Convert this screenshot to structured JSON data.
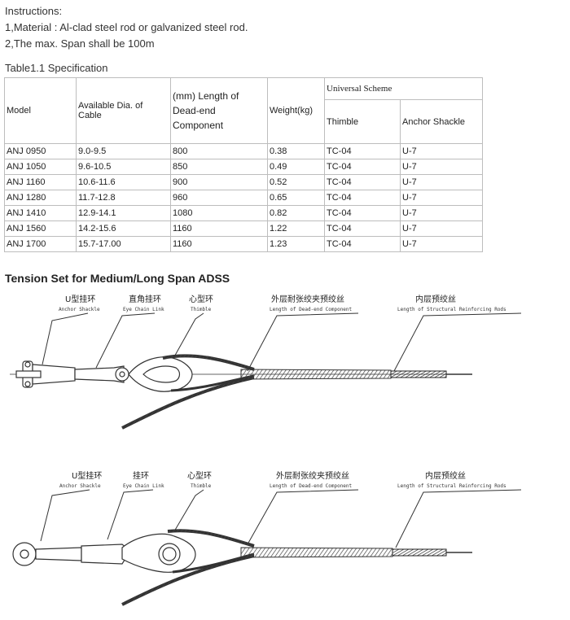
{
  "instructions": {
    "heading": "Instructions:",
    "line1": "1,Material : Al-clad steel rod or galvanized steel rod.",
    "line2": "2,The max. Span shall be 100m"
  },
  "table": {
    "title": "Table1.1 Specification",
    "headers": {
      "model": "Model",
      "dia": "Available Dia. of Cable",
      "length": "(mm) Length of Dead-end Component",
      "weight": "Weight(kg)",
      "universal": "Universal Scheme",
      "thimble": "Thimble",
      "shackle": "Anchor Shackle"
    },
    "rows": [
      [
        "ANJ 0950",
        "9.0-9.5",
        "800",
        "0.38",
        "TC-04",
        "U-7"
      ],
      [
        "ANJ 1050",
        "9.6-10.5",
        "850",
        "0.49",
        "TC-04",
        "U-7"
      ],
      [
        "ANJ 1160",
        "10.6-11.6",
        "900",
        "0.52",
        "TC-04",
        "U-7"
      ],
      [
        "ANJ 1280",
        "11.7-12.8",
        "960",
        "0.65",
        "TC-04",
        "U-7"
      ],
      [
        "ANJ 1410",
        "12.9-14.1",
        "1080",
        "0.82",
        "TC-04",
        "U-7"
      ],
      [
        "ANJ 1560",
        "14.2-15.6",
        "1160",
        "1.22",
        "TC-04",
        "U-7"
      ],
      [
        "ANJ 1700",
        "15.7-17.00",
        "1160",
        "1.23",
        "TC-04",
        "U-7"
      ]
    ]
  },
  "section_title": "Tension Set for Medium/Long Span ADSS",
  "diagram1": {
    "labels": [
      {
        "cn": "U型挂环",
        "en": "Anchor Shackle"
      },
      {
        "cn": "直角挂环",
        "en": "Eye Chain Link"
      },
      {
        "cn": "心型环",
        "en": "Thimble"
      },
      {
        "cn": "外层耐张绞夹预绞丝",
        "en": "Length of Dead-end Component"
      },
      {
        "cn": "内层预绞丝",
        "en": "Length of Structural Reinforcing Rods"
      }
    ]
  },
  "diagram2": {
    "labels": [
      {
        "cn": "U型挂环",
        "en": "Anchor Shackle"
      },
      {
        "cn": "挂环",
        "en": "Eye Chain Link"
      },
      {
        "cn": "心型环",
        "en": "Thimble"
      },
      {
        "cn": "外层耐张绞夹预绞丝",
        "en": "Length of Dead-end Component"
      },
      {
        "cn": "内层预绞丝",
        "en": "Length of Structural Reinforcing Rods"
      }
    ]
  }
}
